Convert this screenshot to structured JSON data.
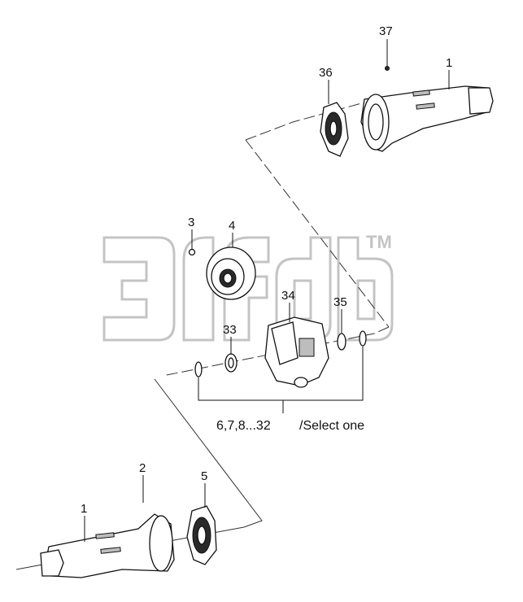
{
  "callouts": {
    "p1_top": "1",
    "p37": "37",
    "p36": "36",
    "p3": "3",
    "p4": "4",
    "p34": "34",
    "p35": "35",
    "p33": "33",
    "p2": "2",
    "p5": "5",
    "p1_bottom": "1"
  },
  "select_note": {
    "range": "6,7,8...32",
    "label": "/Select one"
  },
  "watermark": {
    "tm": "TM"
  }
}
